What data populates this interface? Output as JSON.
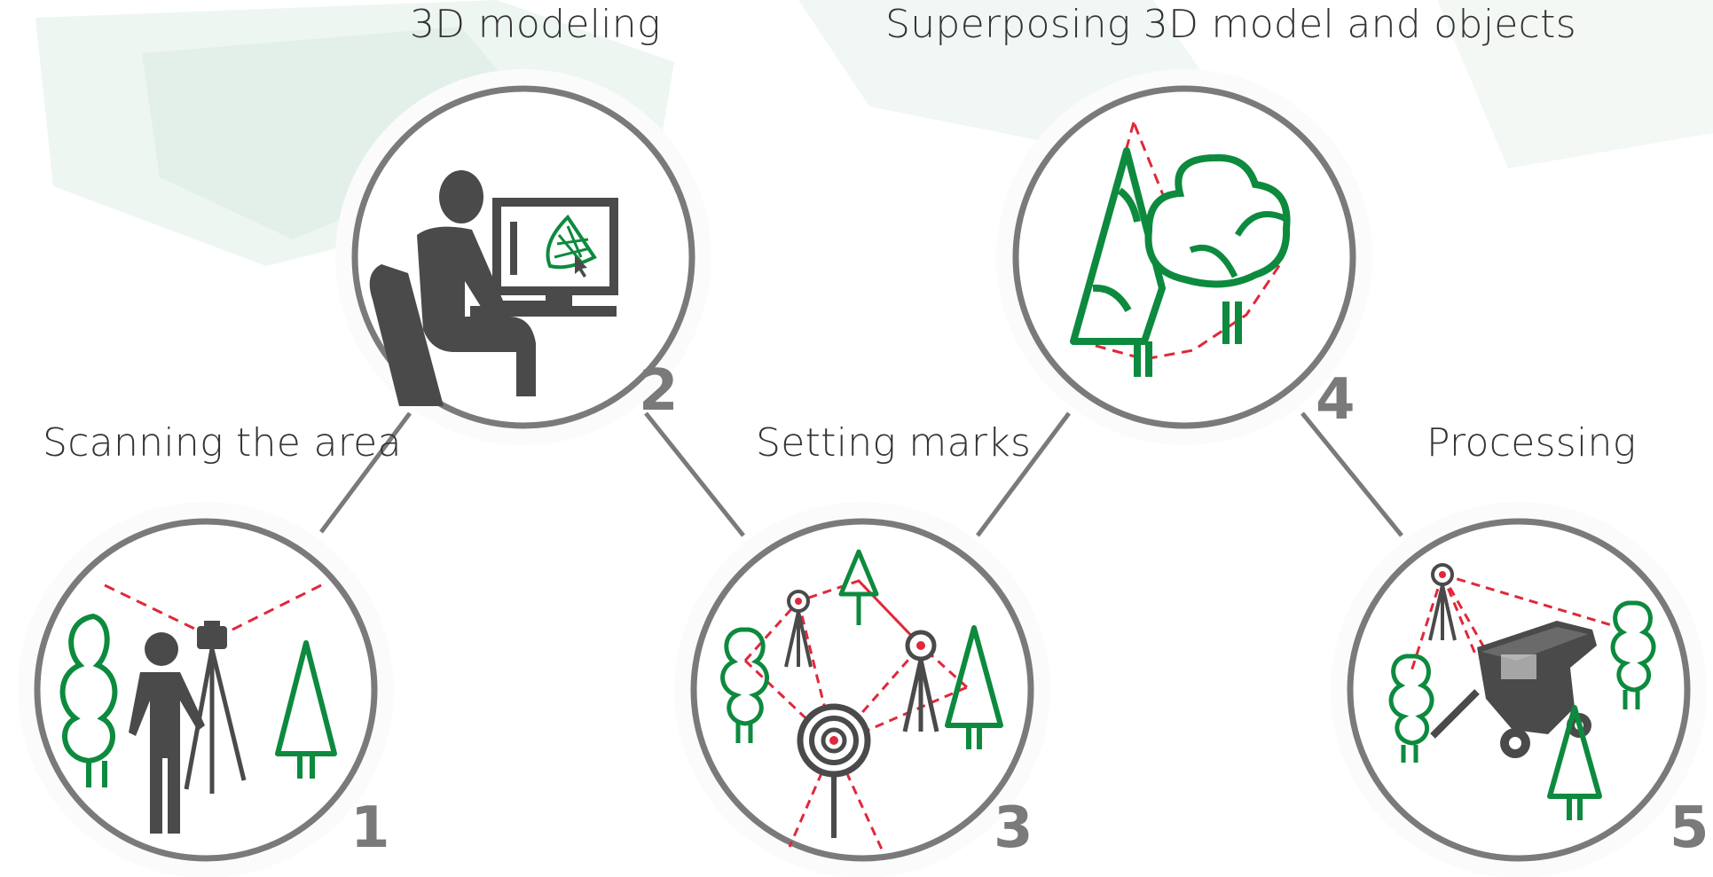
{
  "steps": [
    {
      "number": "1",
      "label": "Scanning the area"
    },
    {
      "number": "2",
      "label": "3D modeling"
    },
    {
      "number": "3",
      "label": "Setting marks"
    },
    {
      "number": "4",
      "label": "Superposing 3D model and objects"
    },
    {
      "number": "5",
      "label": "Processing"
    }
  ],
  "colors": {
    "green": "#0d8a3e",
    "gray": "#777777",
    "dark": "#4a4a4a",
    "red": "#e0283a",
    "background_tint": "#e8f3ee"
  },
  "icons": {
    "step1": "surveyor-with-laser-scanner-icon",
    "step2": "person-at-computer-icon",
    "step3": "survey-targets-icon",
    "step4": "outlined-trees-icon",
    "step5": "harvester-with-scanner-icon"
  }
}
